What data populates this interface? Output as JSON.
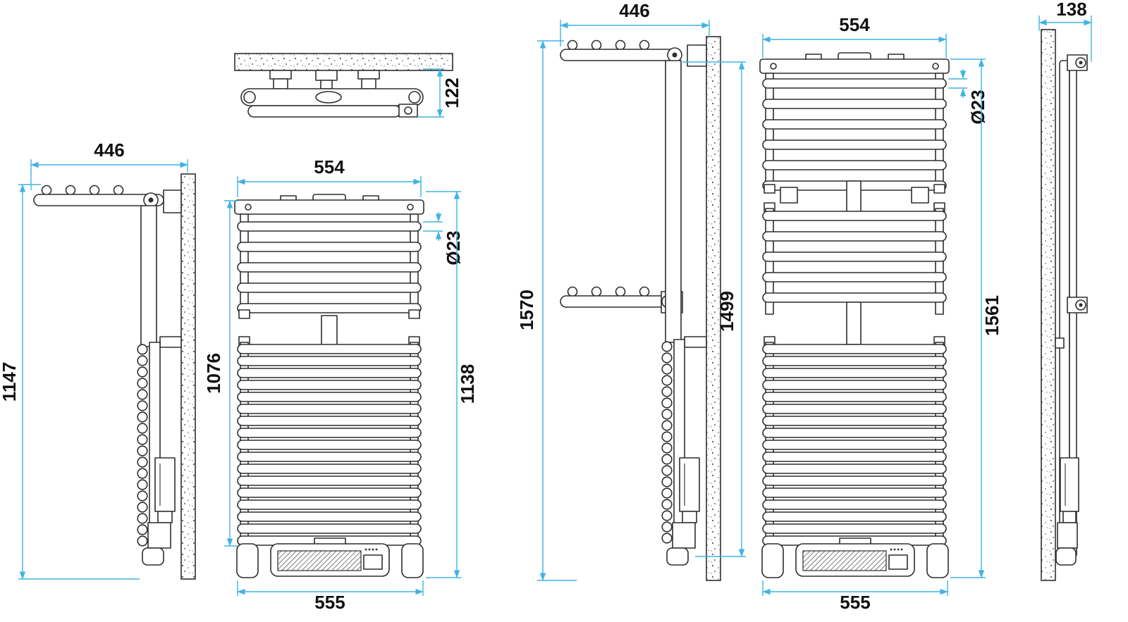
{
  "page": {
    "background": "#ffffff"
  },
  "colors": {
    "dimension_line": "#3fb3e3",
    "line_art": "#2e2e2e",
    "label_text": "#101010"
  },
  "drawing": {
    "description": "Dimensional technical drawing of a wall-mounted towel radiator with swing drying arms, two sizes, side / front / top / depth views",
    "views": {
      "top_small": {
        "name": "top view",
        "depth": "122"
      },
      "side_small": {
        "name": "side view small model",
        "arm_reach": "446",
        "overall_height": "1147"
      },
      "front_small": {
        "name": "front view small model",
        "overall_width": "554",
        "tube_diameter": "Ø23",
        "body_height": "1076",
        "overall_height": "1138",
        "base_width": "555"
      },
      "side_large": {
        "name": "side view large model",
        "arm_reach": "446",
        "overall_height": "1570",
        "body_height": "1499"
      },
      "front_large": {
        "name": "front view large model",
        "overall_width": "554",
        "tube_diameter": "Ø23",
        "overall_height": "1561",
        "base_width": "555"
      },
      "side_depth": {
        "name": "depth profile view",
        "depth": "138"
      }
    }
  }
}
